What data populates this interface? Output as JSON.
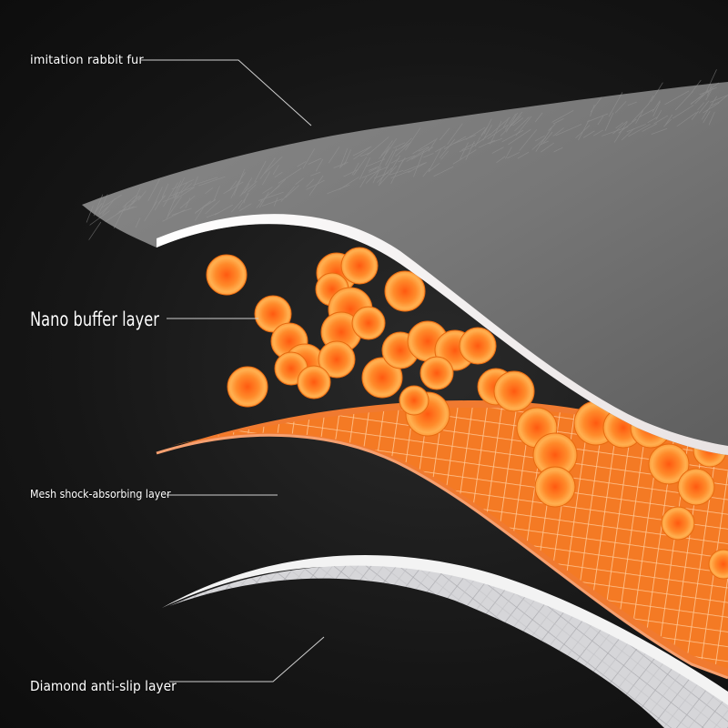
{
  "labels": {
    "fur": "imitation rabbit fur",
    "nano": "Nano buffer layer",
    "mesh": "Mesh shock-absorbing layer",
    "diamond": "Diamond anti-slip layer"
  },
  "colors": {
    "fur": "#7d7d7d",
    "fur_edge": "#f2eeee",
    "foam": "#f27a2a",
    "mesh_grid": "#ffd2a8",
    "balls": "#f5821f",
    "base": "#d9d9dc",
    "leader_line": "#cfcfcf",
    "text": "#ffffff"
  }
}
